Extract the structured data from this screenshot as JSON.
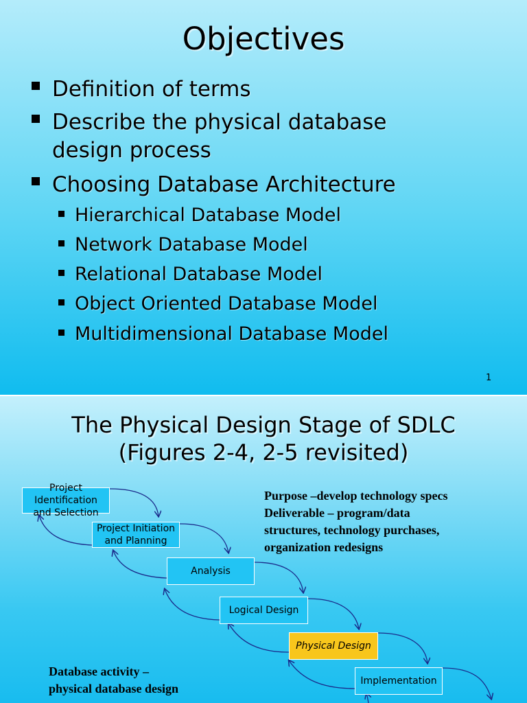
{
  "slide1": {
    "title": "Objectives",
    "bullets": [
      "Definition of terms",
      "Describe the physical database",
      "design process",
      "Choosing Database Architecture"
    ],
    "sub_bullets": [
      "Hierarchical Database Model",
      "Network Database Model",
      "Relational Database Model",
      "Object Oriented Database Model",
      "Multidimensional Database Model"
    ],
    "page_number": "1"
  },
  "slide2": {
    "title_line1": "The Physical Design Stage of SDLC",
    "title_line2": "(Figures 2-4, 2-5 revisited)",
    "steps": [
      {
        "line1": "Project Identification",
        "line2": "and Selection"
      },
      {
        "line1": "Project Initiation",
        "line2": "and Planning"
      },
      {
        "line1": "Analysis",
        "line2": ""
      },
      {
        "line1": "Logical Design",
        "line2": ""
      },
      {
        "line1": "Physical Design",
        "line2": ""
      },
      {
        "line1": "Implementation",
        "line2": ""
      }
    ],
    "purpose_lines": [
      "Purpose –develop technology specs",
      "Deliverable – program/data",
      "structures, technology purchases,",
      "organization redesigns"
    ],
    "activity_lines": [
      "Database activity –",
      "physical database design"
    ],
    "colors": {
      "step_box": "#22c4f4",
      "active_step": "#f8c61c",
      "arrow": "#1a2a8a"
    }
  }
}
